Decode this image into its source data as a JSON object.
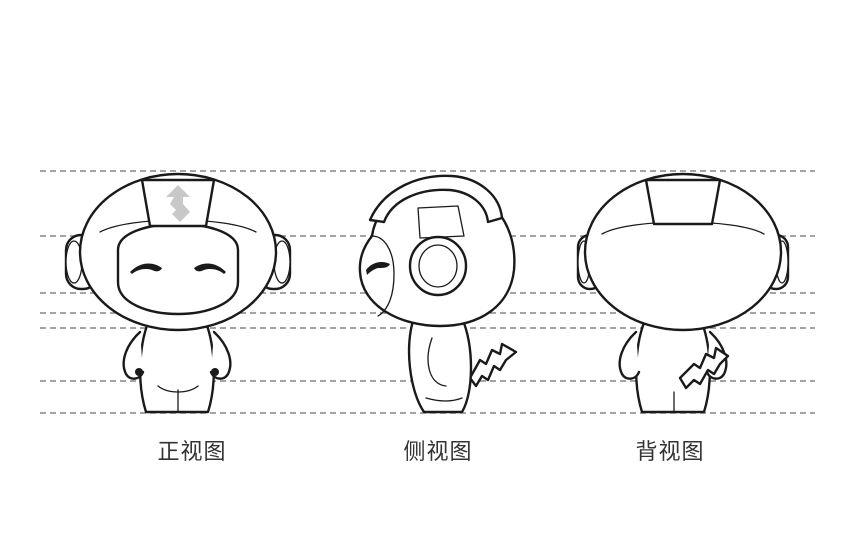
{
  "views": [
    {
      "id": "front",
      "label": "正视图"
    },
    {
      "id": "side",
      "label": "侧视图"
    },
    {
      "id": "back",
      "label": "背视图"
    }
  ],
  "colors": {
    "outline": "#1a1a1a",
    "guide": "#6e6e6e",
    "logo_fill": "#c8c8c8",
    "label": "#333333"
  }
}
